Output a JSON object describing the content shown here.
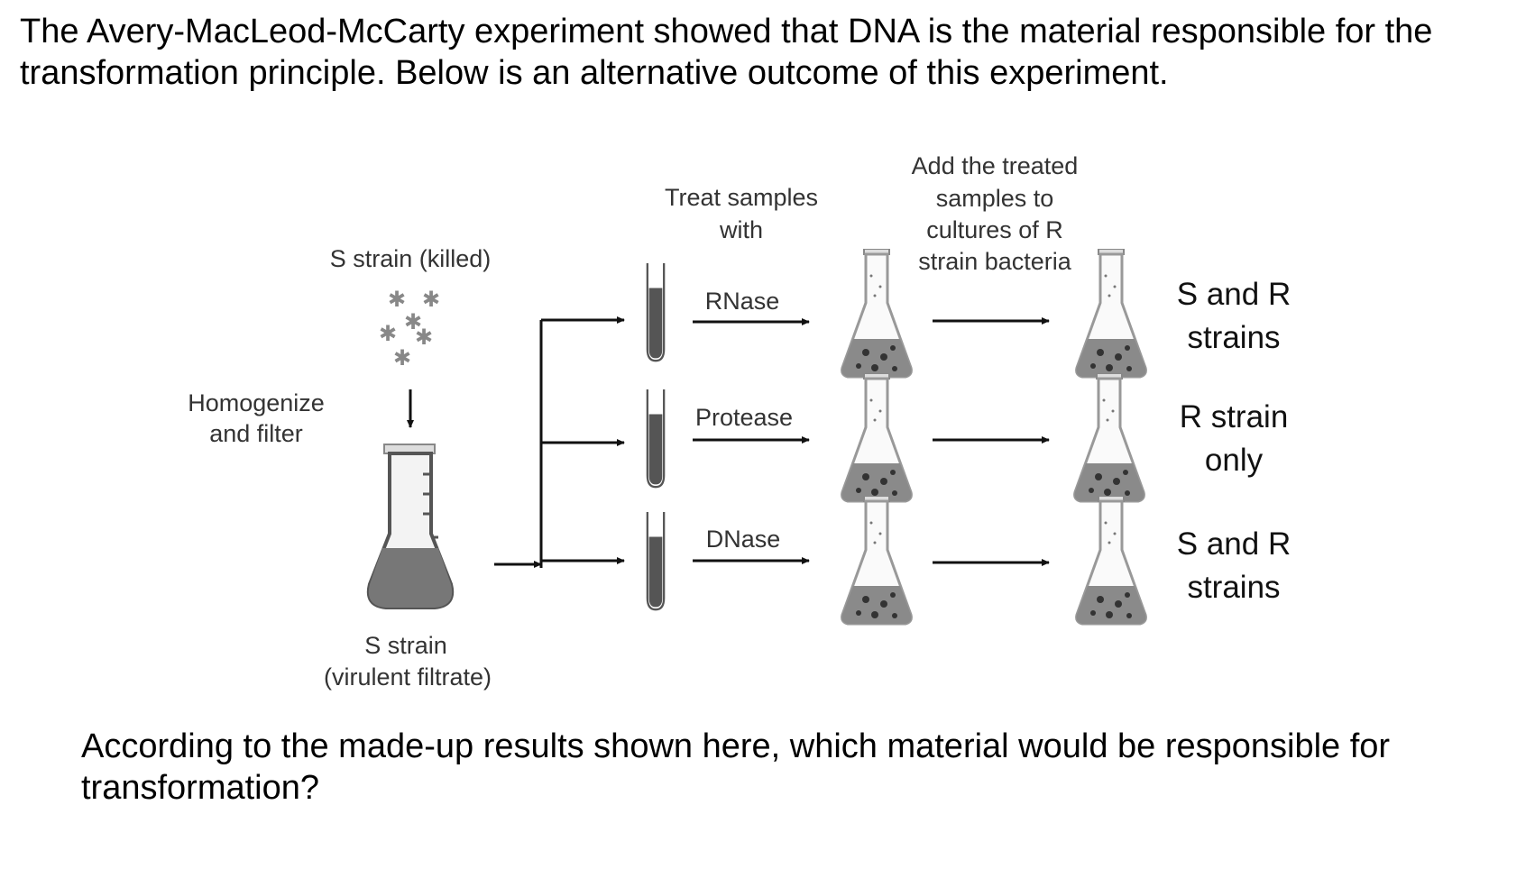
{
  "intro": "The Avery-MacLeod-McCarty experiment showed that DNA is the material responsible for the transformation principle. Below is an alternative outcome of this experiment.",
  "question": "According to the made-up results shown here, which material would be responsible for transformation?",
  "diagram": {
    "s_strain_killed": "S strain (killed)",
    "homogenize": [
      "Homogenize",
      "and filter"
    ],
    "s_strain_filtrate": [
      "S strain",
      "(virulent filtrate)"
    ],
    "treat_samples": [
      "Treat samples",
      "with"
    ],
    "add_treated": [
      "Add the treated",
      "samples to",
      "cultures of R",
      "strain bacteria"
    ],
    "treatments": [
      "RNase",
      "Protease",
      "DNase"
    ],
    "results": [
      [
        "S and R",
        "strains"
      ],
      [
        "R strain",
        "only"
      ],
      [
        "S and R",
        "strains"
      ]
    ]
  }
}
